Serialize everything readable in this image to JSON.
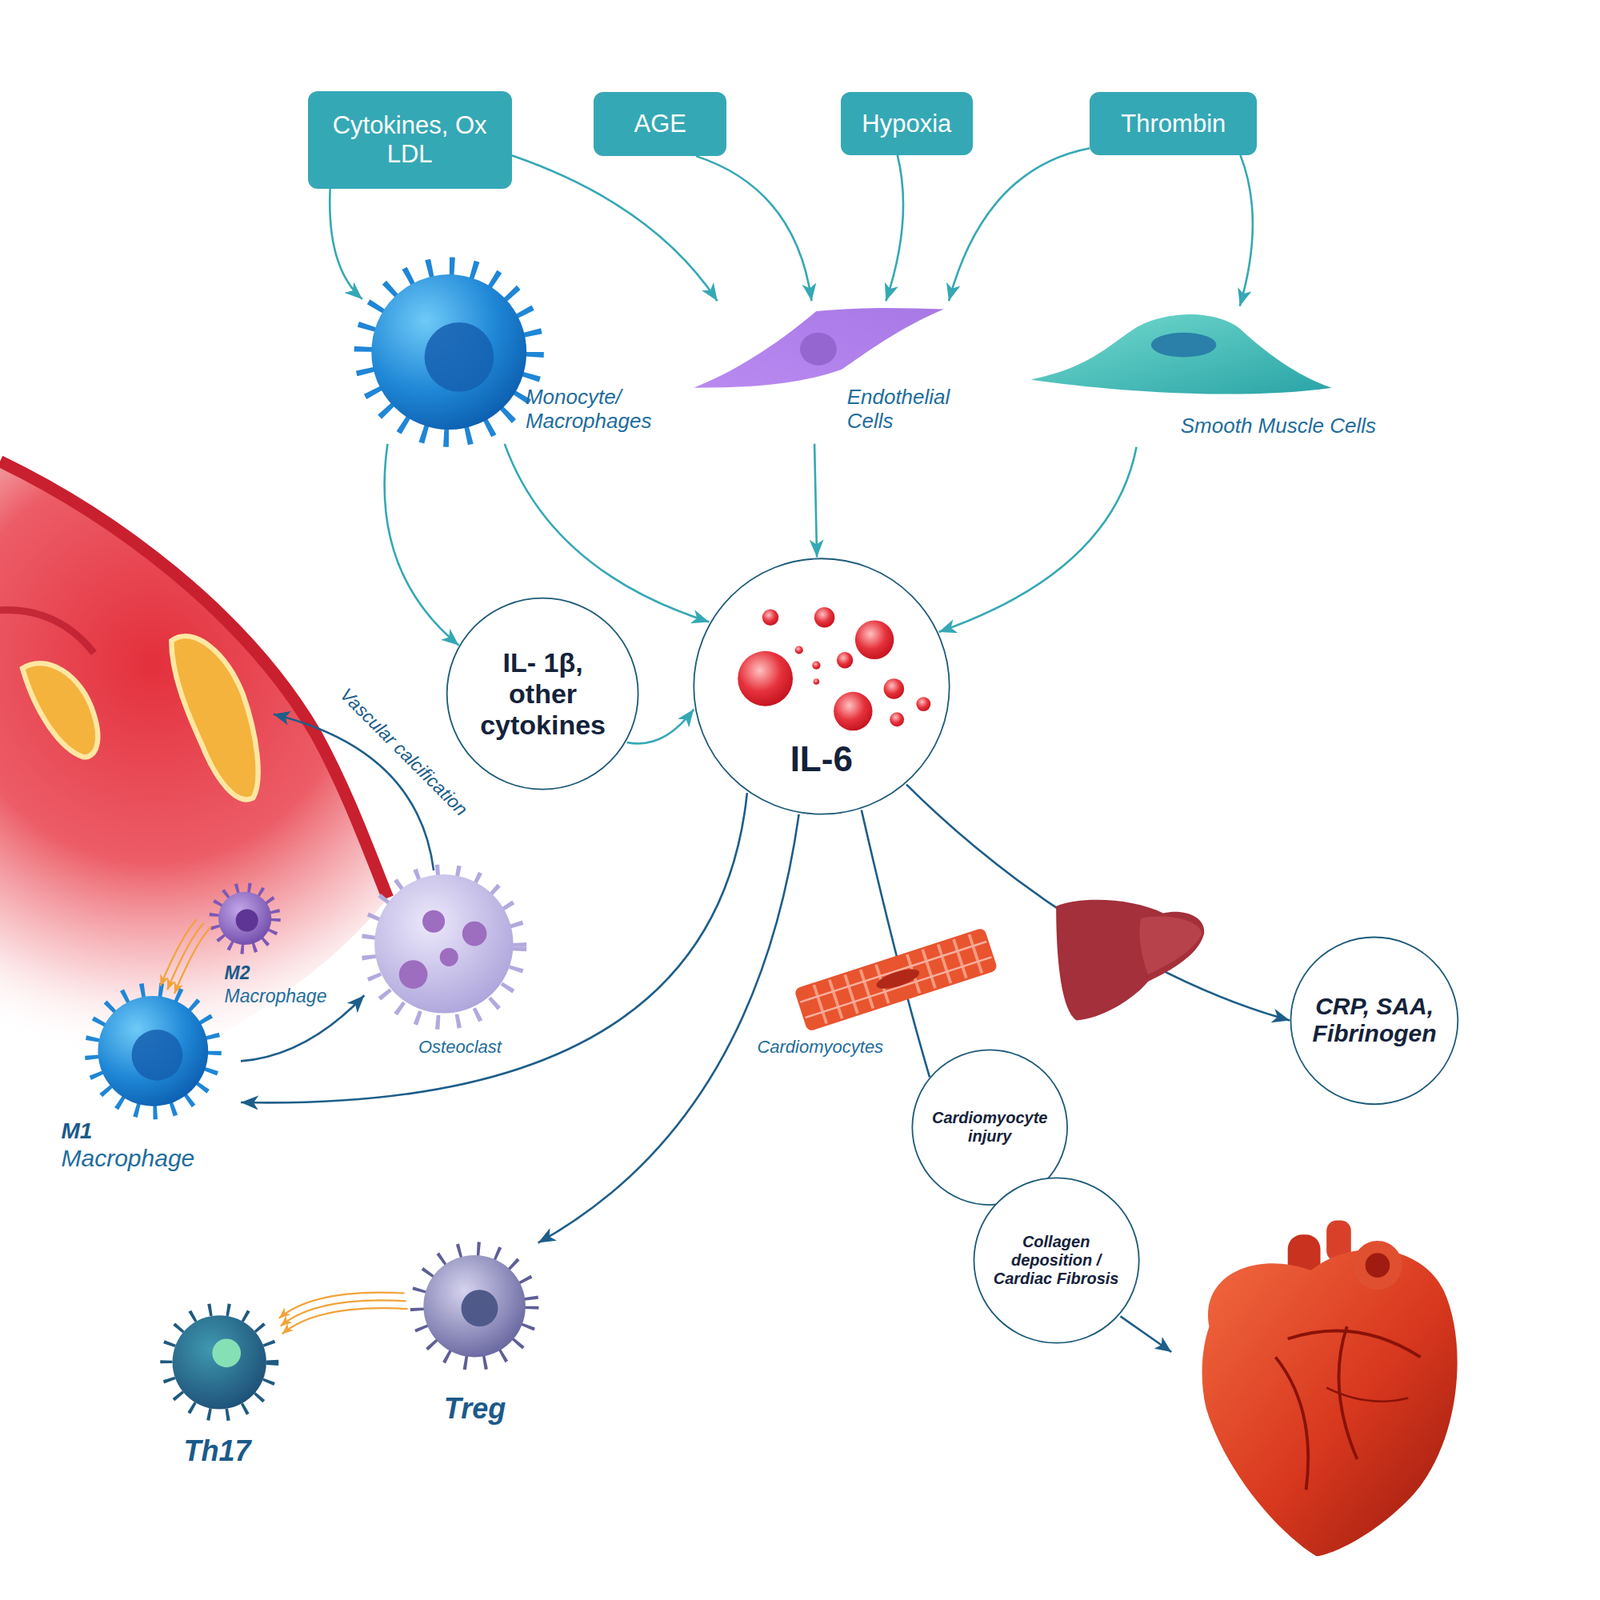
{
  "diagram": {
    "nodes": [
      {
        "text": [
          "Cytokines, Ox LDL"
        ]
      },
      {
        "text": [
          "AGE"
        ]
      },
      {
        "text": [
          "Hypoxia"
        ]
      },
      {
        "text": [
          "Thrombin"
        ]
      },
      {
        "text": [
          "Monocyte/ Macrophages"
        ]
      },
      {
        "text": [
          "Endothelial Cells"
        ]
      },
      {
        "text": [
          "Smooth Muscle Cells"
        ]
      },
      {
        "text": [
          "IL- 1β, other cytokines"
        ]
      },
      {
        "text": [
          "IL-6"
        ]
      },
      {
        "text": [
          "M2",
          "Macrophage"
        ]
      },
      {
        "text": [
          "Osteoclast"
        ]
      },
      {
        "text": [
          "M1",
          "Macrophage"
        ]
      },
      {
        "text": [
          "Cardiomyocytes"
        ]
      },
      {
        "text": [
          "CRP, SAA, Fibrinogen"
        ]
      },
      {
        "text": [
          "Cardiomyocyte injury"
        ]
      },
      {
        "text": [
          "Collagen deposition / Cardiac Fibrosis"
        ]
      },
      {
        "text": [
          "Treg"
        ]
      },
      {
        "text": [
          "Th17"
        ]
      }
    ],
    "edges": [
      {
        "from": 0,
        "to": 4,
        "arrow": "to"
      },
      {
        "from": 0,
        "to": 5,
        "arrow": "to"
      },
      {
        "from": 1,
        "to": 5,
        "arrow": "to"
      },
      {
        "from": 2,
        "to": 5,
        "arrow": "to"
      },
      {
        "from": 3,
        "to": 5,
        "arrow": "to"
      },
      {
        "from": 3,
        "to": 6,
        "arrow": "to"
      },
      {
        "from": 4,
        "to": 7,
        "arrow": "to"
      },
      {
        "from": 4,
        "to": 8,
        "arrow": "to"
      },
      {
        "from": 5,
        "to": 8,
        "arrow": "to"
      },
      {
        "from": 6,
        "to": 8,
        "arrow": "to"
      },
      {
        "from": 7,
        "to": 8,
        "arrow": "to"
      },
      {
        "from": 8,
        "to": 11,
        "arrow": "to"
      },
      {
        "from": 8,
        "to": 16,
        "arrow": "to"
      },
      {
        "from": 8,
        "to": 14,
        "arrow": "none"
      },
      {
        "from": 8,
        "to": 13,
        "arrow": "to"
      },
      {
        "from": 11,
        "to": 10,
        "arrow": "to"
      },
      {
        "from": 9,
        "to": 11,
        "arrow": "to"
      },
      {
        "from": 16,
        "to": 17,
        "arrow": "to"
      }
    ],
    "labels": [
      "Vascular calcification"
    ]
  }
}
